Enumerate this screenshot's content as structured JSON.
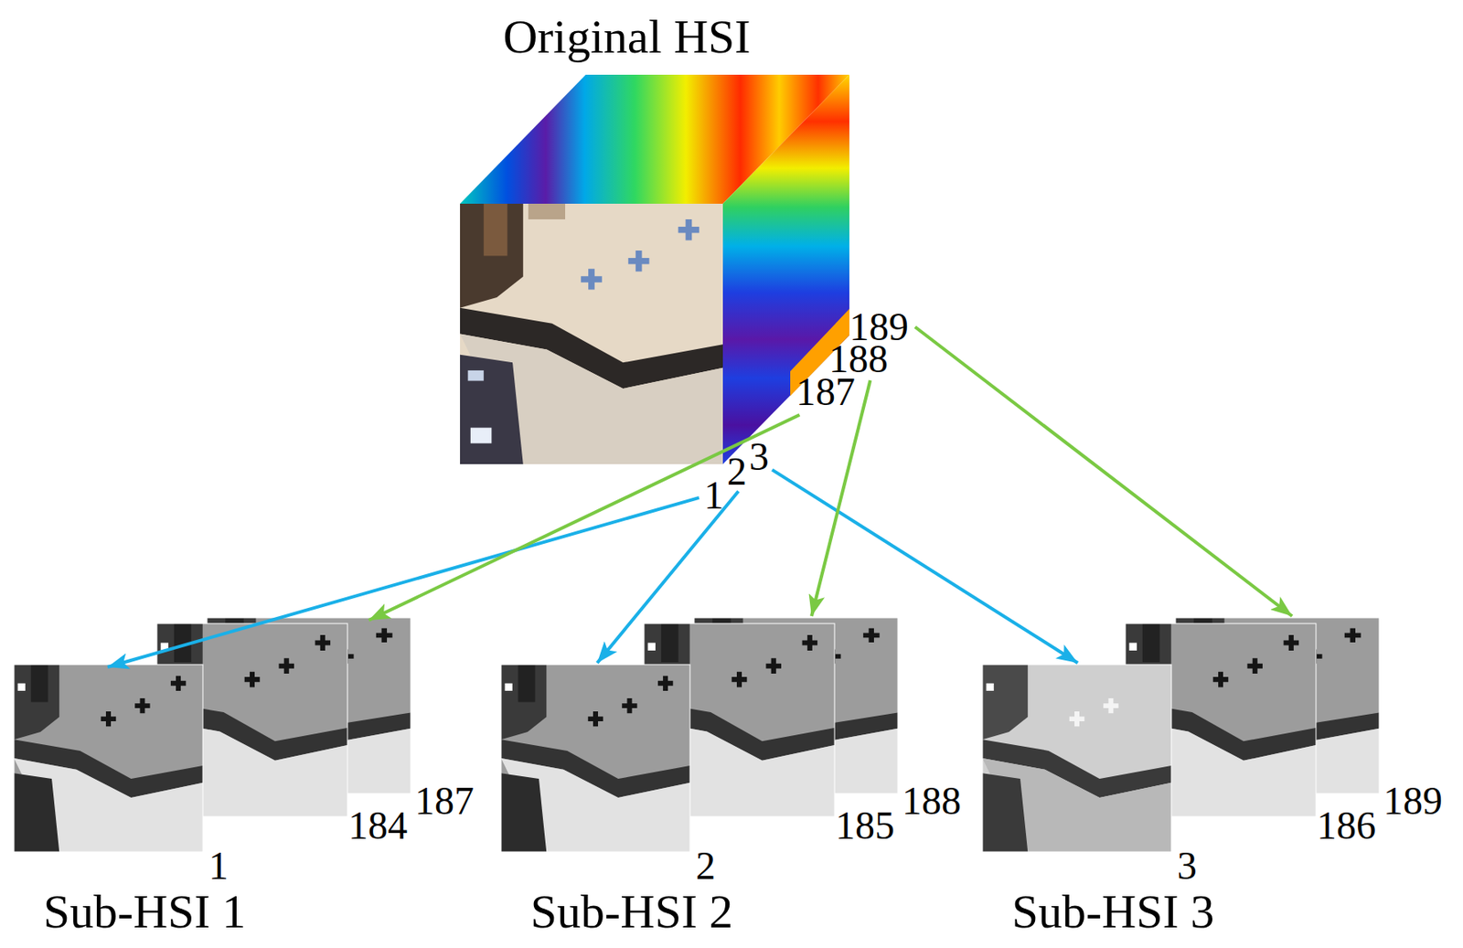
{
  "diagram": {
    "nodes": [
      {
        "text": [
          "Original HSI",
          "189",
          "188",
          "187",
          "1",
          "2",
          "3"
        ]
      },
      {
        "text": [
          "Sub-HSI 1",
          "1",
          "184",
          "187"
        ]
      },
      {
        "text": [
          "Sub-HSI 2",
          "2",
          "185",
          "188"
        ]
      },
      {
        "text": [
          "Sub-HSI 3",
          "3",
          "186",
          "189"
        ]
      }
    ],
    "edges": [
      {
        "from": 0,
        "to": 1,
        "arrow": "to"
      },
      {
        "from": 0,
        "to": 2,
        "arrow": "to"
      },
      {
        "from": 0,
        "to": 3,
        "arrow": "to"
      },
      {
        "from": 0,
        "to": 1,
        "arrow": "to"
      },
      {
        "from": 0,
        "to": 2,
        "arrow": "to"
      },
      {
        "from": 0,
        "to": 3,
        "arrow": "to"
      }
    ]
  }
}
